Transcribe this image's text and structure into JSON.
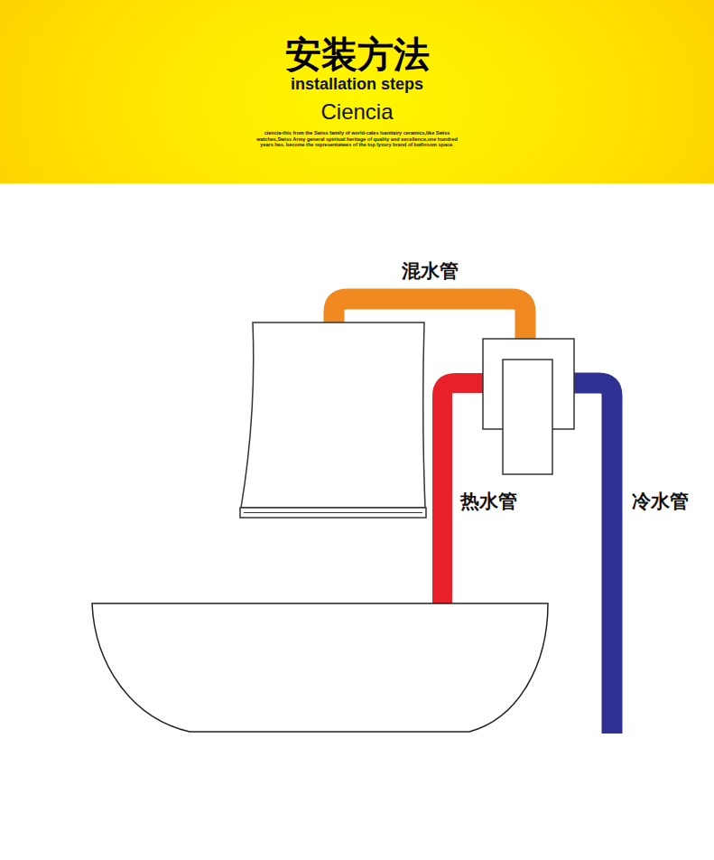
{
  "diagram": {
    "title": "安装方法",
    "nodes": [
      {
        "text": [
          "installation steps",
          "Ciencia",
          "ciencia-this from the Swiss family of world-cales lsanitairy ceramics,like Swiss watches,Swiss Army general spiritual heritage of quality and excellence,one hundred years has. become the representatwes of the top lyxury brand of bathroom space."
        ]
      }
    ],
    "labels": [
      "混水管",
      "热水管",
      "冷水管"
    ]
  }
}
